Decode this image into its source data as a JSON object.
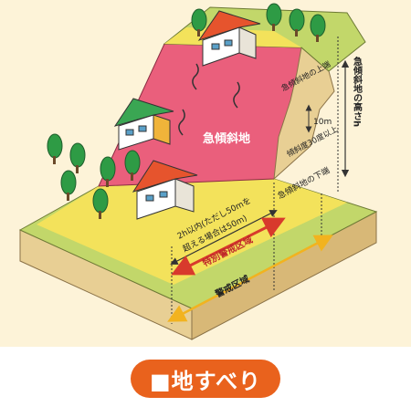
{
  "diagram": {
    "slope_label": "急傾斜地",
    "top_edge_label": "急傾斜地の上端",
    "height_label": "急傾斜地の高さh",
    "height_value": "10m",
    "angle_label": "傾斜度30度以上",
    "bottom_edge_label": "急傾斜地の下端",
    "distance_label_line1": "2h以内(ただし50mを",
    "distance_label_line2": "超える場合は50m)",
    "special_zone_label": "特別警戒区域",
    "zone_label": "警戒区域"
  },
  "caption": {
    "text": "■地すべり"
  },
  "colors": {
    "background": "#fdf3d8",
    "hazard_zone": "#ea5f7c",
    "warning_zone": "#f3e25b",
    "grass": "#c2d76a",
    "soil_top": "#e8cf94",
    "soil_side": "#d8b877",
    "special_arrow": "#d83a2c",
    "zone_arrow": "#f2b31f",
    "caption_bg": "#e9621d"
  }
}
